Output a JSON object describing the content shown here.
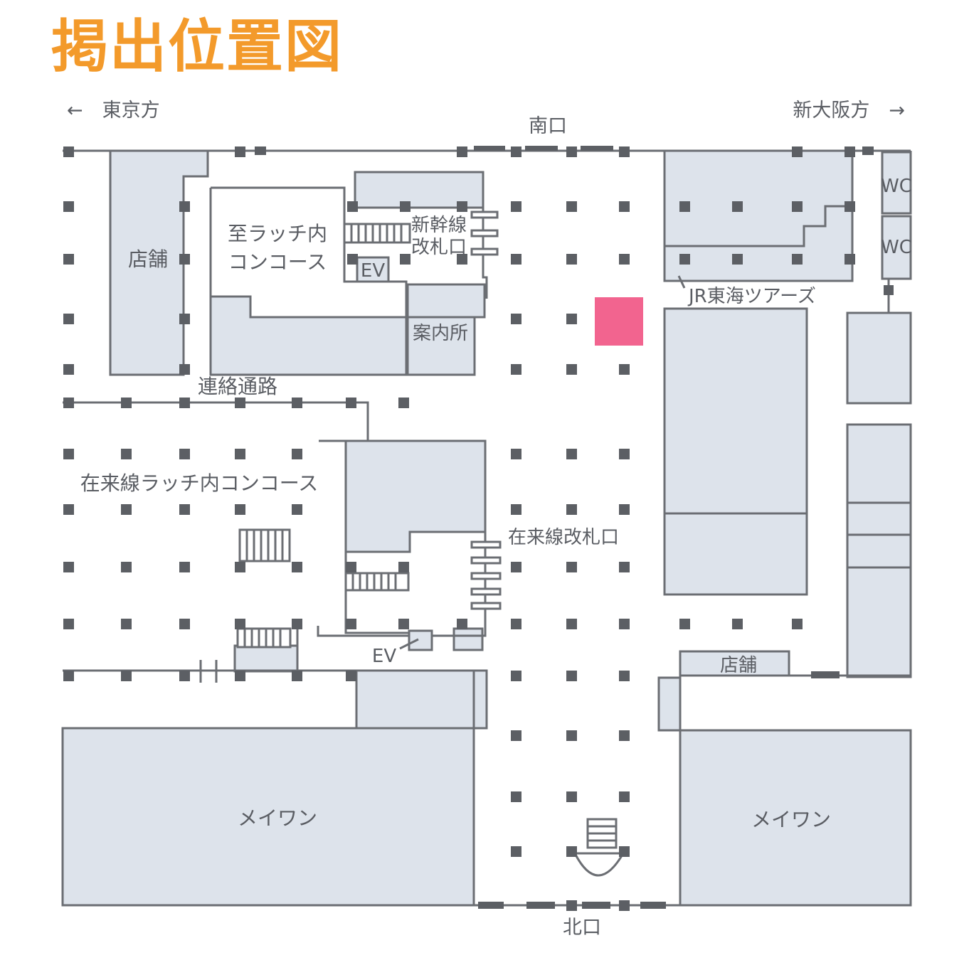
{
  "title": "掲出位置図",
  "directions": {
    "left": "←　東京方",
    "right": "新大阪方　→"
  },
  "exits": {
    "south": "南口",
    "north": "北口"
  },
  "labels": {
    "store": "店舗",
    "store2": "店舗",
    "latch_concourse_to": "至ラッチ内",
    "latch_concourse_to2": "コンコース",
    "shinkansen_gate_1": "新幹線",
    "shinkansen_gate_2": "改札口",
    "ev_upper": "EV",
    "ev_lower": "EV",
    "info": "案内所",
    "jr_tours": "JR東海ツアーズ",
    "wc1": "WC",
    "wc2": "WC",
    "passage": "連絡通路",
    "zairai_concourse": "在来線ラッチ内コンコース",
    "zairai_gate": "在来線改札口",
    "mayone_left": "メイワン",
    "mayone_right": "メイワン"
  },
  "colors": {
    "title": "#f39a2b",
    "highlight": "#f2648f",
    "room_fill": "#dde3eb",
    "line": "#6b6e73"
  },
  "icons": {
    "posting_location": "pink-square-marker",
    "pillar": "square-pillar-icon",
    "ticket_gate": "ticket-gate-icon",
    "stairs": "stairs-icon"
  }
}
